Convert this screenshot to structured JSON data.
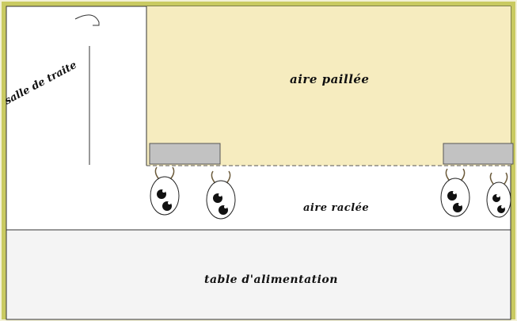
{
  "diagram": {
    "labels": {
      "straw_area": "aire paillée",
      "scraped_area": "aire raclée",
      "feeding_table": "table d'alimentation",
      "milking_parlor": "salle de traite"
    },
    "colors": {
      "frame": "#c9ca61",
      "straw": "#f6ecbf",
      "scraped": "#ffffff",
      "feed": "#f4f4f4",
      "trough": "#c2c2c2"
    },
    "cows_count": 4
  }
}
